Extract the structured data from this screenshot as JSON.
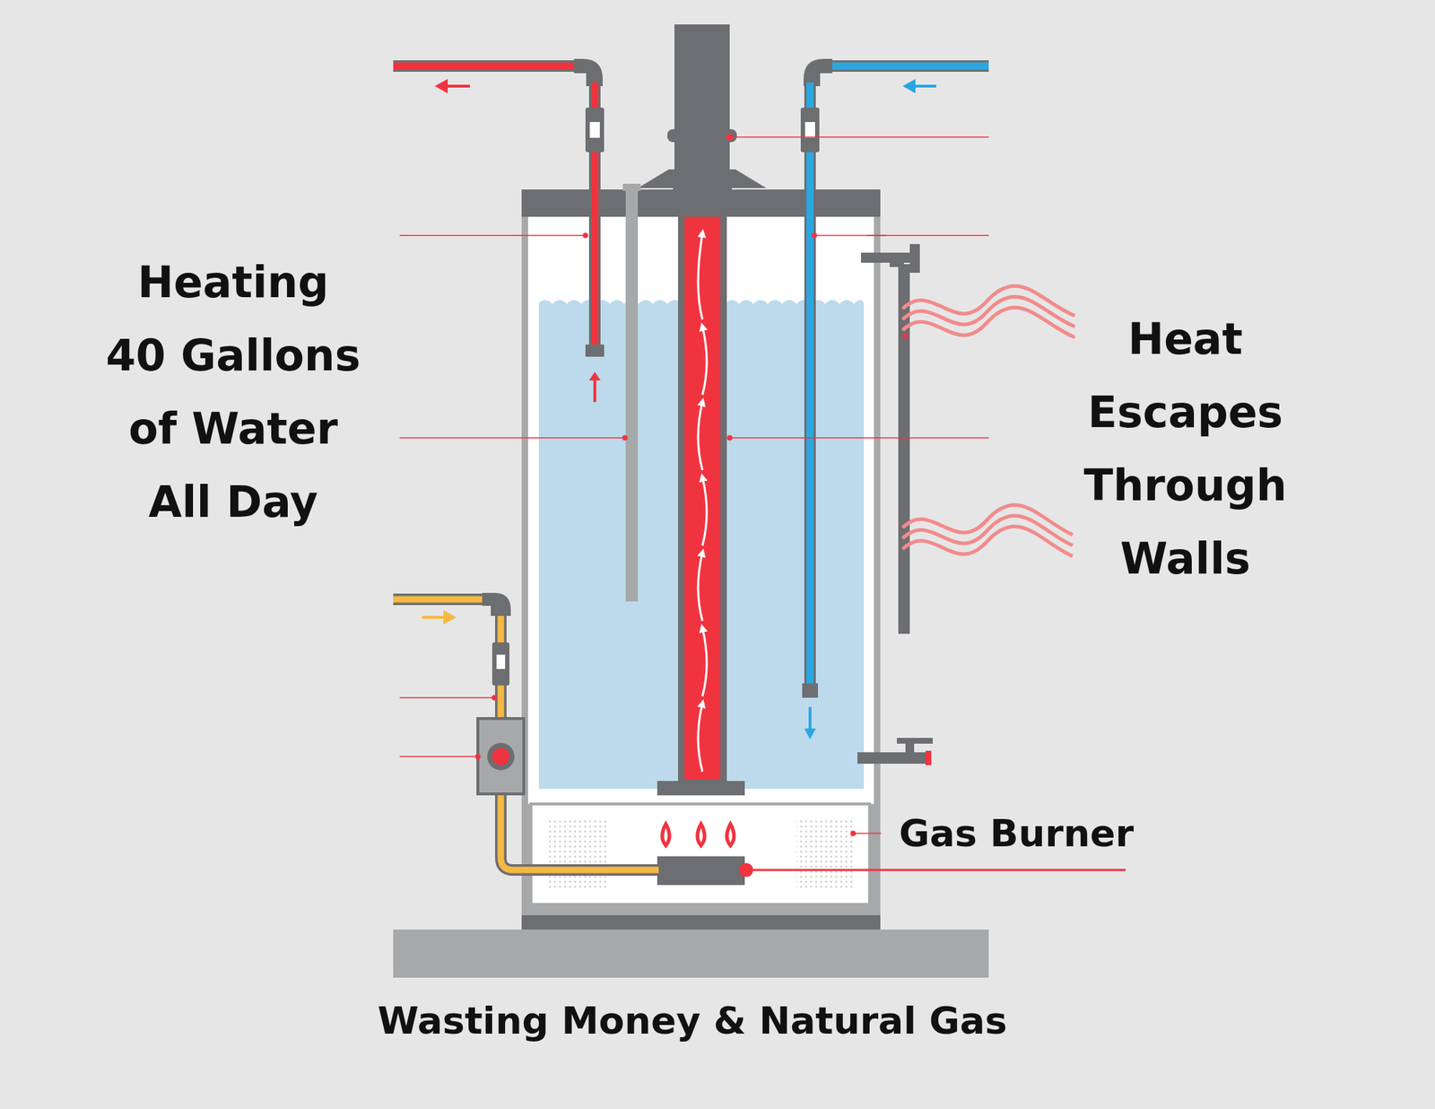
{
  "diagram": {
    "caption": "Wasting Money & Natural Gas",
    "labels": [
      "Heating 40 Gallons of Water All Day",
      "Heat Escapes Through Walls",
      "Gas Burner"
    ]
  }
}
